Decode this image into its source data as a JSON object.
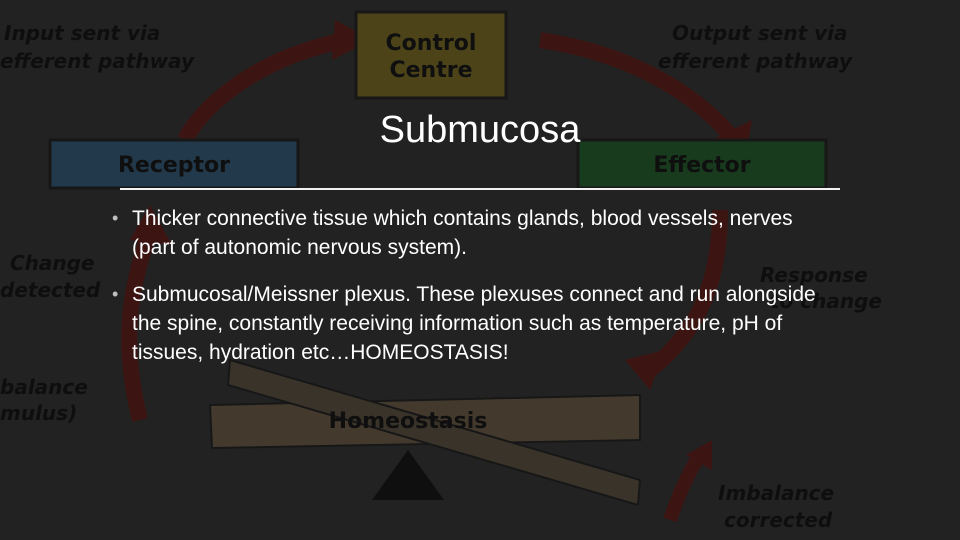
{
  "diagram": {
    "control_centre": [
      "Control",
      "Centre"
    ],
    "receptor": "Receptor",
    "effector": "Effector",
    "homeostasis": "Homeostasis",
    "input_text": [
      "Input sent via",
      "efferent pathway"
    ],
    "output_text": [
      "Output sent via",
      "efferent pathway"
    ],
    "change_text": [
      "Change",
      "detected"
    ],
    "response_text": [
      "Response",
      "to change"
    ],
    "imbalance_left": [
      "balance",
      "mulus)"
    ],
    "imbalance_right": [
      "Imbalance",
      "corrected"
    ]
  },
  "slide": {
    "title": "Submucosa",
    "bullets": [
      "Thicker connective tissue which contains glands, blood vessels, nerves (part of autonomic nervous system).",
      "Submucosal/Meissner plexus. These plexuses connect and run alongside the spine, constantly receiving information such as temperature, pH of tissues, hydration etc…HOMEOSTASIS!"
    ],
    "bullet_symbol": "•"
  },
  "colors": {
    "control_box": "#8b7c2e",
    "receptor_box": "#3e6a8a",
    "effector_box": "#2f6e36",
    "arrow": "#7a2a26",
    "seesaw": "#7d6e58",
    "text": "#ffffff"
  }
}
